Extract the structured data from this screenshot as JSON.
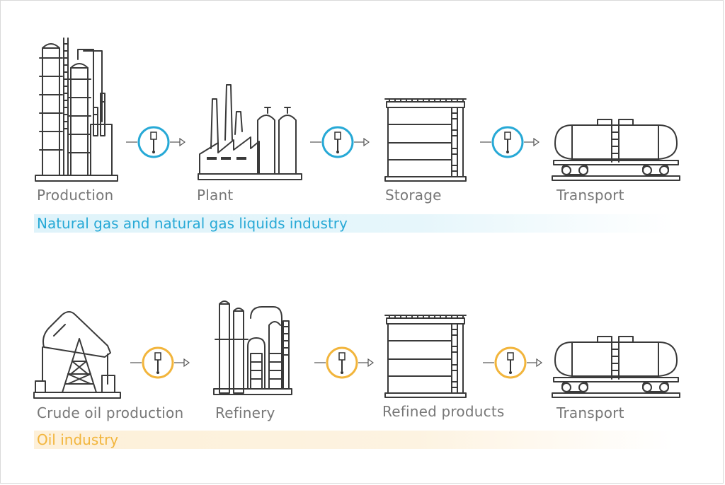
{
  "gas": {
    "title": "Natural gas and natural gas liquids industry",
    "accent": "#27a9d6",
    "steps": [
      "Production",
      "Plant",
      "Storage",
      "Transport"
    ]
  },
  "oil": {
    "title": "Oil industry",
    "accent": "#f2b53c",
    "steps": [
      "Crude oil production",
      "Refinery",
      "Refined products",
      "Transport"
    ]
  },
  "icons": {
    "gas": [
      "production-tower-icon",
      "gas-plant-icon",
      "storage-tank-icon",
      "tank-car-icon"
    ],
    "oil": [
      "pumpjack-icon",
      "refinery-icon",
      "storage-tank-icon",
      "tank-car-icon"
    ],
    "sensor": "level-sensor-icon"
  }
}
